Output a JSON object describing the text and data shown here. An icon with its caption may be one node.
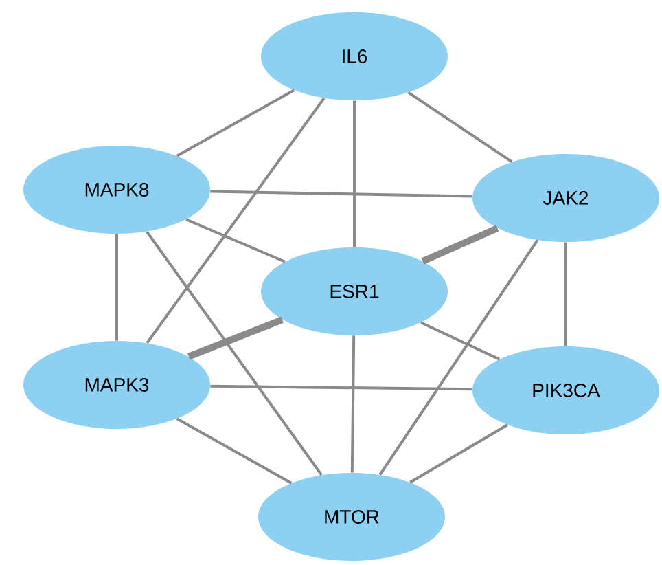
{
  "diagram": {
    "nodes": [
      {
        "text": [
          "IL6"
        ]
      },
      {
        "text": [
          "MAPK8"
        ]
      },
      {
        "text": [
          "JAK2"
        ]
      },
      {
        "text": [
          "ESR1"
        ]
      },
      {
        "text": [
          "MAPK3"
        ]
      },
      {
        "text": [
          "PIK3CA"
        ]
      },
      {
        "text": [
          "MTOR"
        ]
      }
    ],
    "edges": [
      {
        "from": 0,
        "to": 1,
        "arrow": "none"
      },
      {
        "from": 0,
        "to": 4,
        "arrow": "none"
      },
      {
        "from": 0,
        "to": 3,
        "arrow": "none"
      },
      {
        "from": 0,
        "to": 2,
        "arrow": "none"
      },
      {
        "from": 1,
        "to": 2,
        "arrow": "none"
      },
      {
        "from": 1,
        "to": 3,
        "arrow": "none"
      },
      {
        "from": 1,
        "to": 4,
        "arrow": "none"
      },
      {
        "from": 1,
        "to": 6,
        "arrow": "none"
      },
      {
        "from": 2,
        "to": 3,
        "arrow": "none",
        "style": "thick"
      },
      {
        "from": 2,
        "to": 5,
        "arrow": "none"
      },
      {
        "from": 2,
        "to": 6,
        "arrow": "none"
      },
      {
        "from": 3,
        "to": 4,
        "arrow": "none",
        "style": "thick"
      },
      {
        "from": 3,
        "to": 5,
        "arrow": "none"
      },
      {
        "from": 3,
        "to": 6,
        "arrow": "none"
      },
      {
        "from": 4,
        "to": 5,
        "arrow": "none"
      },
      {
        "from": 4,
        "to": 6,
        "arrow": "none"
      },
      {
        "from": 5,
        "to": 6,
        "arrow": "none"
      }
    ]
  }
}
